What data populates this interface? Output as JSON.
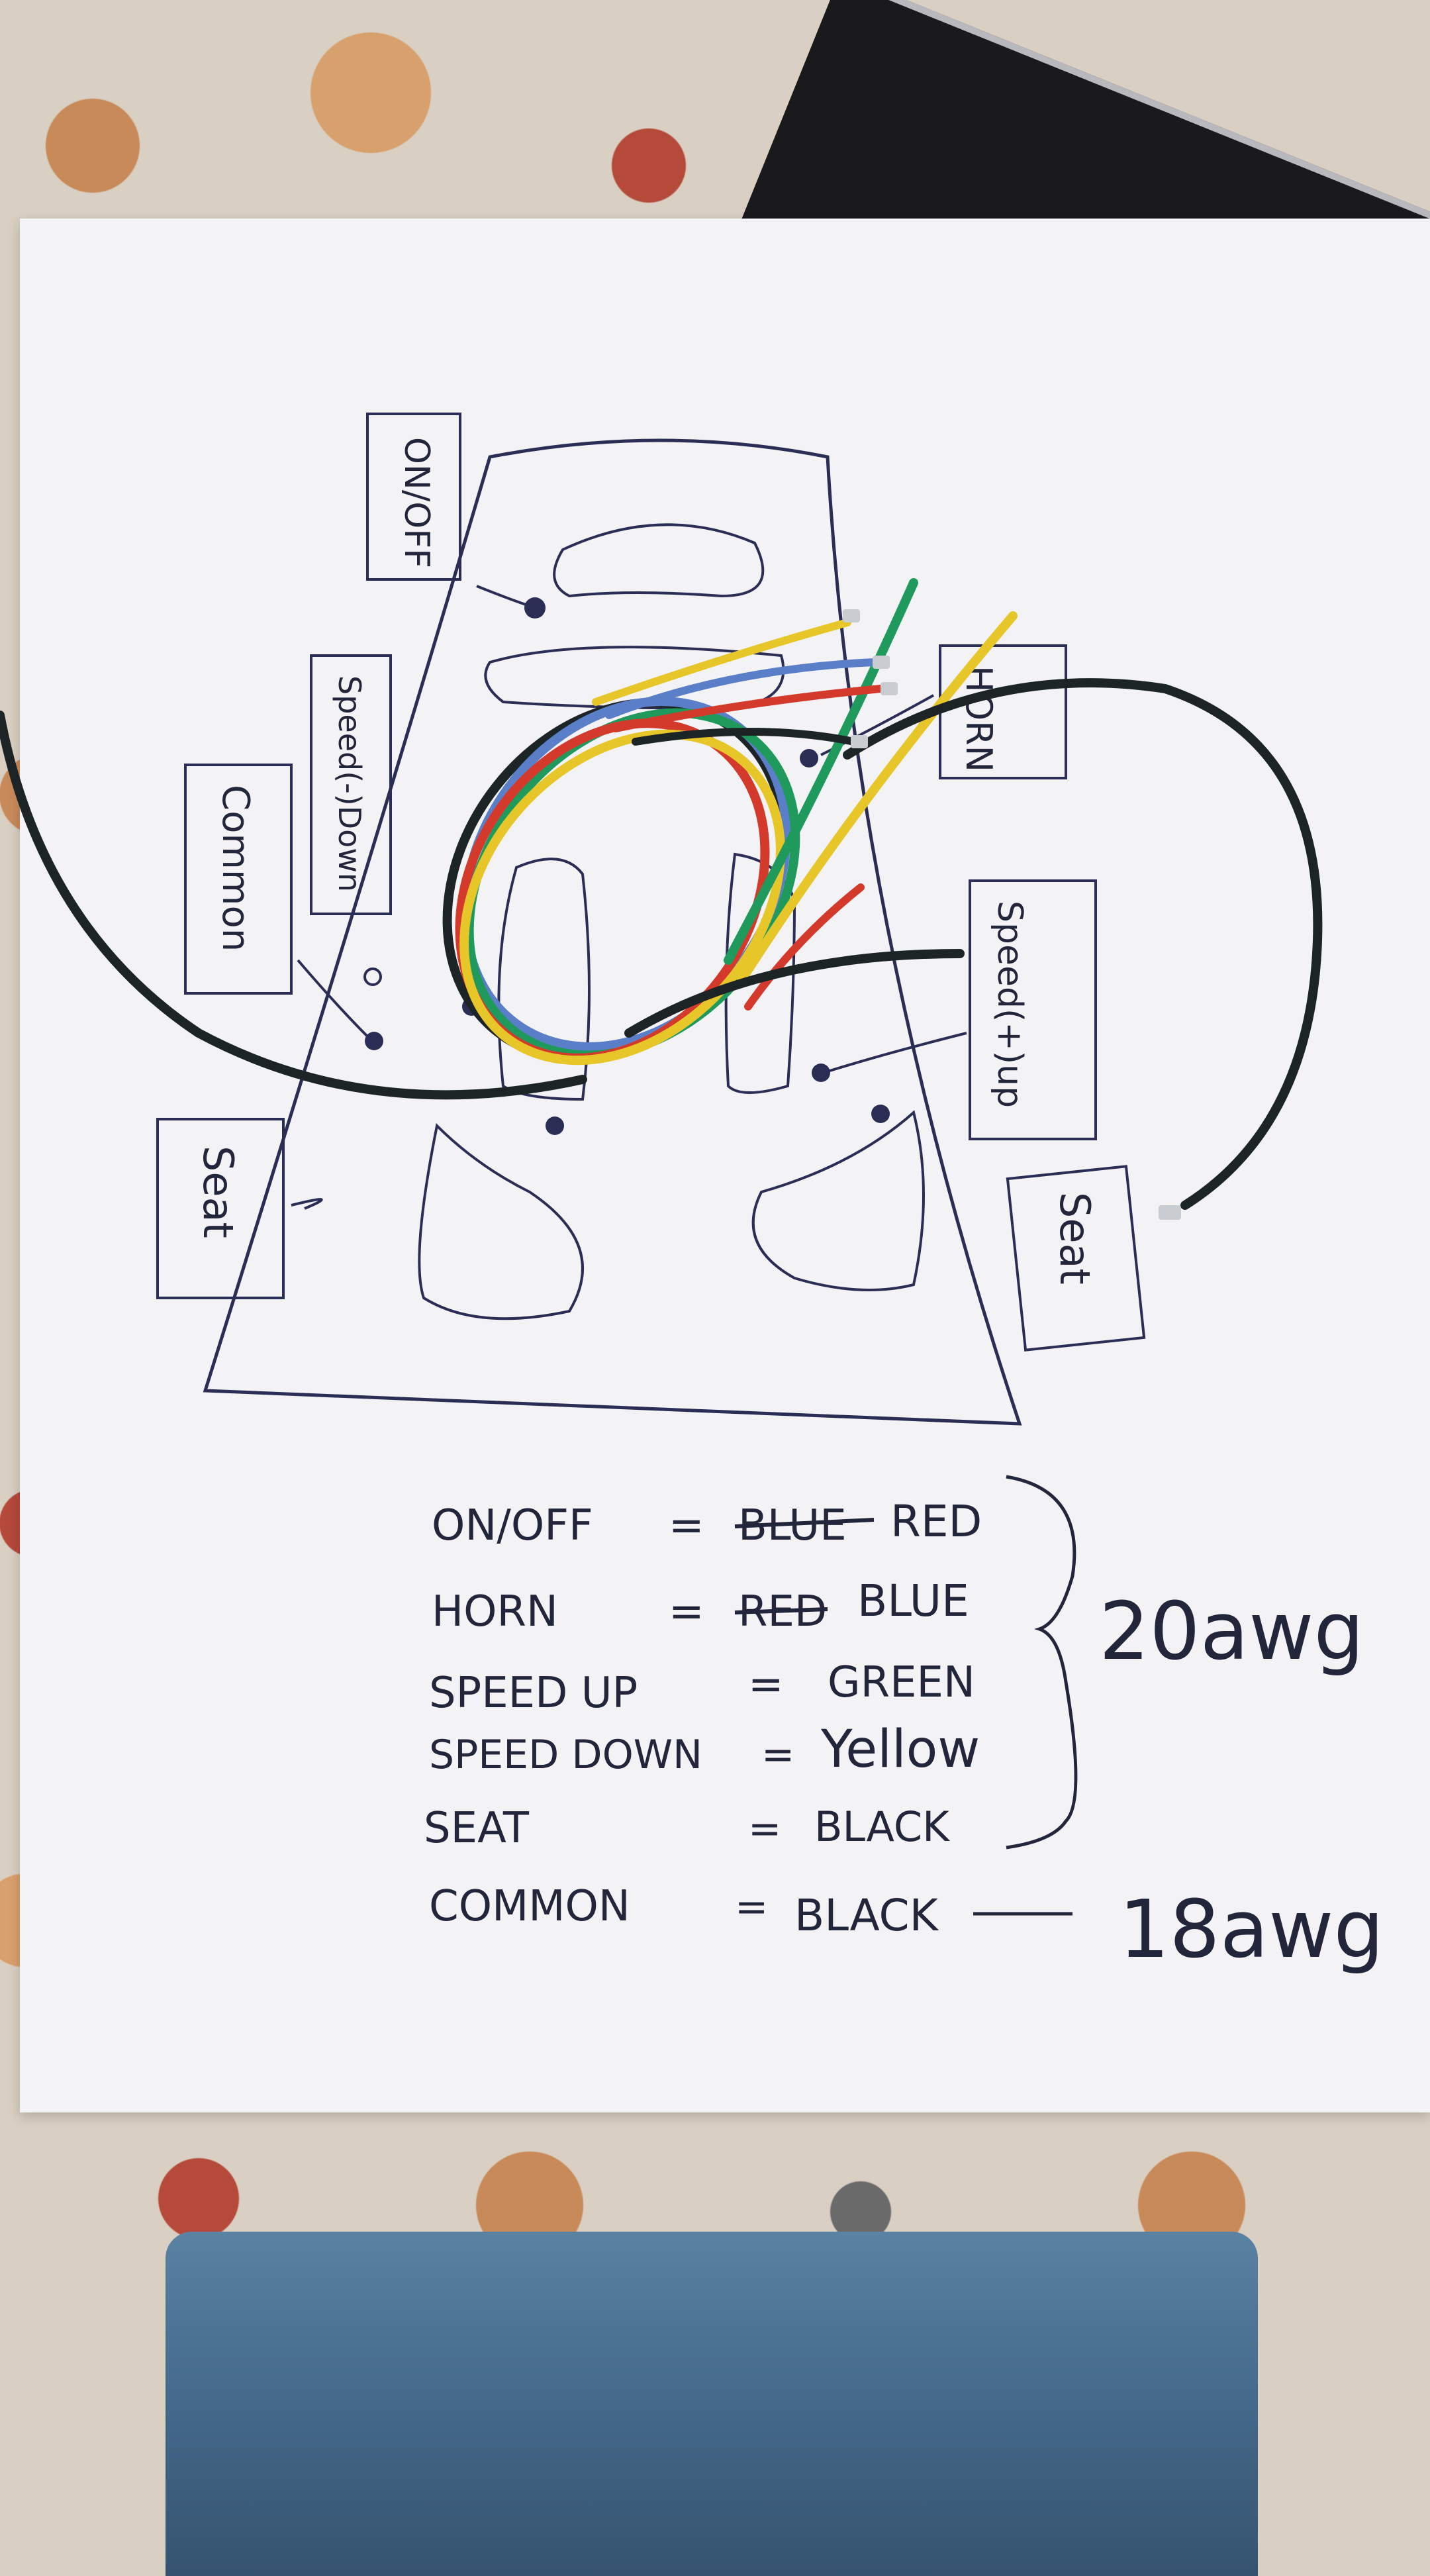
{
  "diagram": {
    "labels": {
      "on_off": "ON/OFF",
      "horn": "HORN",
      "speed_down": "Speed(-)Down",
      "speed_up": "Speed(+)up",
      "common": "Common",
      "seat_left": "Seat",
      "seat_right": "Seat"
    }
  },
  "legend": {
    "rows": [
      {
        "name": "ON/OFF",
        "eq": "=",
        "struck": "BLUE",
        "color": "RED"
      },
      {
        "name": "HORN",
        "eq": "=",
        "struck": "RED",
        "color": "BLUE"
      },
      {
        "name": "SPEED UP",
        "eq": "=",
        "struck": "",
        "color": "GREEN"
      },
      {
        "name": "SPEED DOWN",
        "eq": "=",
        "struck": "",
        "color": "Yellow"
      },
      {
        "name": "SEAT",
        "eq": "=",
        "struck": "",
        "color": "BLACK"
      },
      {
        "name": "COMMON",
        "eq": "=",
        "struck": "",
        "color": "BLACK"
      }
    ],
    "gauge_group": "20awg",
    "gauge_common": "18awg"
  },
  "wire_colors": {
    "red": "#d43a2c",
    "blue": "#5a7fc8",
    "green": "#1f9a5c",
    "yellow": "#e7c62a",
    "black": "#1d2426"
  }
}
